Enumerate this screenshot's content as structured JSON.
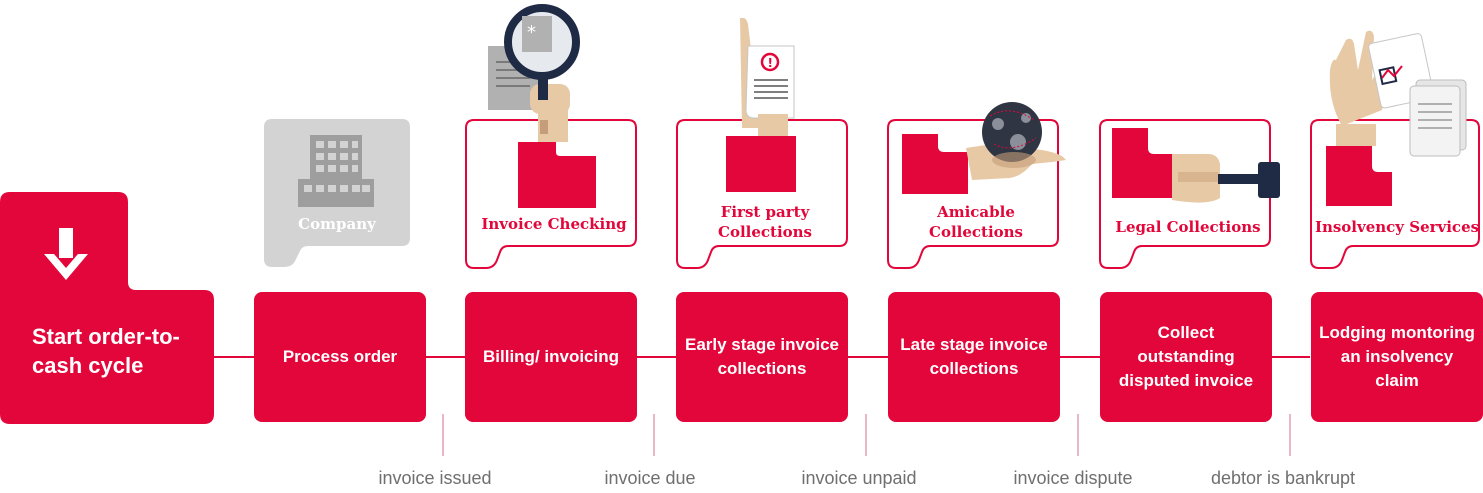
{
  "start": {
    "label": "Start order-to-cash cycle",
    "icon": "down-arrow-icon"
  },
  "company": {
    "label": "Company",
    "icon": "building-icon"
  },
  "steps": [
    {
      "label": "Process order"
    },
    {
      "label": "Billing/ invoicing"
    },
    {
      "label": "Early stage invoice collections"
    },
    {
      "label": "Late stage invoice collections"
    },
    {
      "label": "Collect outstanding disputed invoice"
    },
    {
      "label": "Lodging montoring an insolvency claim"
    }
  ],
  "services": [
    {
      "label": "Invoice Checking",
      "icon": "magnifying-glass-icon"
    },
    {
      "label": "First party Collections",
      "icon": "warning-document-icon"
    },
    {
      "label": "Amicable Collections",
      "icon": "globe-icon"
    },
    {
      "label": "Legal Collections",
      "icon": "gavel-icon"
    },
    {
      "label": "Insolvency Services",
      "icon": "documents-icon"
    }
  ],
  "events": [
    {
      "label": "invoice issued"
    },
    {
      "label": "invoice due"
    },
    {
      "label": "invoice unpaid"
    },
    {
      "label": "invoice dispute"
    },
    {
      "label": "debtor is bankrupt"
    }
  ],
  "colors": {
    "brand": "#e2063a",
    "grey": "#d3d3d3",
    "text_grey": "#6f6f6f"
  }
}
